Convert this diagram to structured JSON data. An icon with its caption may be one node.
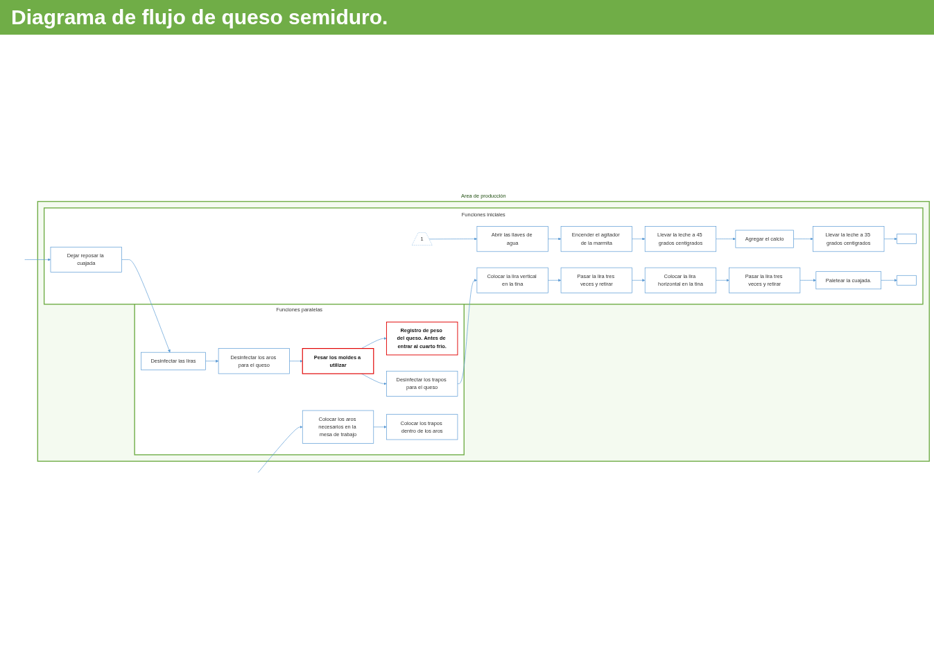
{
  "diagram": {
    "title": "Diagrama de flujo de queso semiduro.",
    "nodes": [
      {
        "text": [
          "Area de producción"
        ]
      },
      {
        "text": [
          "Funciones iniciales"
        ],
        "in": 0
      },
      {
        "text": [
          "Funciones paralelas"
        ],
        "in": 0
      },
      {
        "text": [
          "1"
        ],
        "in": 1
      },
      {
        "text": [
          "Abrir las llaves de agua"
        ],
        "in": 1
      },
      {
        "text": [
          "Encender el agitador de la marmita"
        ],
        "in": 1
      },
      {
        "text": [
          "Llevar la leche a 45 grados centigrados"
        ],
        "in": 1
      },
      {
        "text": [
          "Agregar el calcio"
        ],
        "in": 1
      },
      {
        "text": [
          "Llevar la leche a 35 grados centigrados"
        ],
        "in": 1
      },
      {
        "text": [],
        "shape": "box",
        "in": 1
      },
      {
        "text": [
          "Dejar reposar la cuajada"
        ],
        "in": 1
      },
      {
        "text": [
          "Colocar la lira vertical en la tina"
        ],
        "in": 1
      },
      {
        "text": [
          "Pasar la lira tres veces y retirar"
        ],
        "in": 1
      },
      {
        "text": [
          "Colocar la lira horizontal en la tina"
        ],
        "in": 1
      },
      {
        "text": [
          "Pasar la lira tres veces y retirar"
        ],
        "in": 1
      },
      {
        "text": [
          "Paletear la cuajada."
        ],
        "in": 1
      },
      {
        "text": [],
        "shape": "box",
        "in": 1
      },
      {
        "text": [
          "Desinfectar las liras"
        ],
        "in": 2
      },
      {
        "text": [
          "Desinfectar los aros para el queso"
        ],
        "in": 2
      },
      {
        "text": [
          "Pesar los moldes a utilizar"
        ],
        "in": 2
      },
      {
        "text": [
          "Desinfectar los trapos para el queso"
        ],
        "in": 2
      },
      {
        "text": [
          "Colocar los aros necesarios en la mesa de trabajo"
        ],
        "in": 2
      },
      {
        "text": [
          "Colocar los trapos dentro de los aros"
        ],
        "in": 2
      },
      {
        "text": [
          "Registro de peso del queso. Antes de entrar al cuarto frio."
        ],
        "in": 2
      }
    ],
    "edges": [
      {
        "from": 3,
        "to": 4,
        "arrow": "to"
      },
      {
        "from": 4,
        "to": 5,
        "arrow": "to"
      },
      {
        "from": 5,
        "to": 6,
        "arrow": "to"
      },
      {
        "from": 6,
        "to": 7,
        "arrow": "to"
      },
      {
        "from": 7,
        "to": 8,
        "arrow": "to"
      },
      {
        "from": 8,
        "to": 9,
        "arrow": "to"
      },
      {
        "from": null,
        "to": 10,
        "arrow": "to"
      },
      {
        "from": 11,
        "to": 12,
        "arrow": "to"
      },
      {
        "from": 12,
        "to": 13,
        "arrow": "to"
      },
      {
        "from": 13,
        "to": 14,
        "arrow": "to"
      },
      {
        "from": 14,
        "to": 15,
        "arrow": "to"
      },
      {
        "from": 15,
        "to": 16,
        "arrow": "to"
      },
      {
        "from": 10,
        "to": 17,
        "arrow": "to"
      },
      {
        "from": 17,
        "to": 18,
        "arrow": "to"
      },
      {
        "from": 18,
        "to": 19,
        "arrow": "to"
      },
      {
        "from": 19,
        "to": 20,
        "arrow": "to"
      },
      {
        "from": 19,
        "to": 23,
        "arrow": "to"
      },
      {
        "from": 20,
        "to": 11,
        "arrow": "to"
      },
      {
        "from": null,
        "to": 21,
        "arrow": "to"
      },
      {
        "from": 21,
        "to": 22,
        "arrow": "to"
      }
    ]
  }
}
